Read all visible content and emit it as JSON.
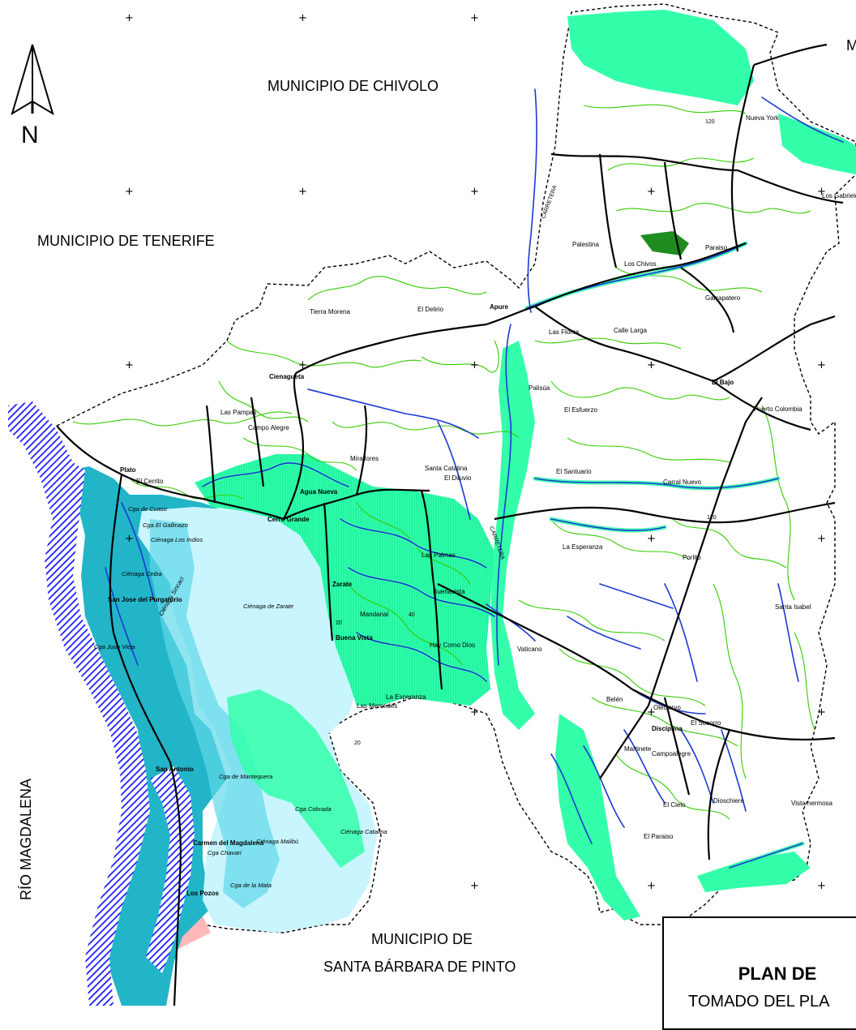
{
  "municipalities": {
    "chivolo": "MUNICIPIO DE CHIVOLO",
    "tenerife": "MUNICIPIO DE TENERIFE",
    "santa_barbara_line1": "MUNICIPIO DE",
    "santa_barbara_line2": "SANTA BÁRBARA DE PINTO",
    "top_right": "M"
  },
  "river": "RÍO MAGDALENA",
  "north": "N",
  "title": {
    "main": "PLAN DE",
    "sub": "TOMADO DEL PLA"
  },
  "colors": {
    "wetland": "#33ffaa",
    "wetland_dark": "#00c878",
    "cienaga": "#c8f5ff",
    "cienaga_mid": "#5fd8e8",
    "river_teal": "#22b5c8",
    "river_hatch": "#1a1aff",
    "flood_pink": "#ffb8b8",
    "contour": "#33cc00",
    "stream": "#0000cc",
    "road": "#000000"
  },
  "towns": [
    {
      "name": "Apure"
    },
    {
      "name": "Cienagueta"
    },
    {
      "name": "El Bajo"
    },
    {
      "name": "Plato"
    },
    {
      "name": "Cerro Grande"
    },
    {
      "name": "Agua Nueva"
    },
    {
      "name": "Zarate"
    },
    {
      "name": "Buena Vista"
    },
    {
      "name": "San Jose del Purgatorio"
    },
    {
      "name": "San Antonio"
    },
    {
      "name": "Carmen del Magdalena"
    },
    {
      "name": "Los Pozos"
    },
    {
      "name": "Disciplina"
    }
  ],
  "places": [
    "Nueva York",
    "Los Gabrieles",
    "Palestina",
    "Los Chivos",
    "Paraiso",
    "Garrapatero",
    "Tierra Morena",
    "El Delirio",
    "Las Flores",
    "Calle Larga",
    "Palisúa",
    "El Esfuerzo",
    "Puerto Colombia",
    "Las Pampas",
    "Campo Alegre",
    "Santa Catalina",
    "El Diluvio",
    "El Santuario",
    "Carral Nuevo",
    "La Esperanza",
    "Porlito",
    "Santa Isabel",
    "Las Palmas",
    "Buenavista",
    "Vaticano",
    "Belén",
    "Oleciervo",
    "El Socorro",
    "Martinete",
    "Campoalegre",
    "El Cielo",
    "Dioschiere",
    "Vista hermosa",
    "El Paraiso",
    "Las Mercedes",
    "La Esperanza",
    "Hay Como Dios",
    "Miraflores",
    "El Cerrito",
    "Mandanal"
  ],
  "water_labels": [
    "Ciénaga de Zarate",
    "Cga de Mantequera",
    "Cga Cobrada",
    "Ciénaga Malibú",
    "Cga Chavari",
    "Cga de la Mata",
    "Ciénaga Catalina",
    "Ciénaga Sincaci",
    "Ciénaga Los Indios",
    "Ciénaga Ceiba",
    "Cga Juan Vieja",
    "Cga de Cuasu",
    "Cga El Gallinazo"
  ],
  "road_labels": [
    "CARRETERA",
    "120",
    "40",
    "20"
  ]
}
